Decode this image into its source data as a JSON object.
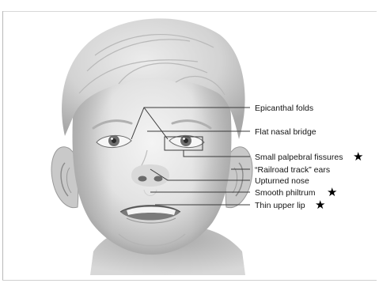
{
  "diagram": {
    "labels": [
      {
        "id": "epicanthal-folds",
        "text": "Epicanthal folds",
        "starred": false
      },
      {
        "id": "flat-nasal-bridge",
        "text": "Flat nasal bridge",
        "starred": false
      },
      {
        "id": "small-palpebral-fissures",
        "text": "Small palpebral fissures",
        "starred": true
      },
      {
        "id": "railroad-track-ears",
        "text": "“Railroad track” ears",
        "starred": false
      },
      {
        "id": "upturned-nose",
        "text": "Upturned nose",
        "starred": false
      },
      {
        "id": "smooth-philtrum",
        "text": "Smooth philtrum",
        "starred": true
      },
      {
        "id": "thin-upper-lip",
        "text": "Thin upper lip",
        "starred": true
      }
    ],
    "star_glyph": "★",
    "colors": {
      "line": "#3a3a3a",
      "label": "#141414",
      "skin_light": "#efefef",
      "skin_shadow": "#9a9a9a",
      "hair": "#d4d4d4"
    }
  }
}
